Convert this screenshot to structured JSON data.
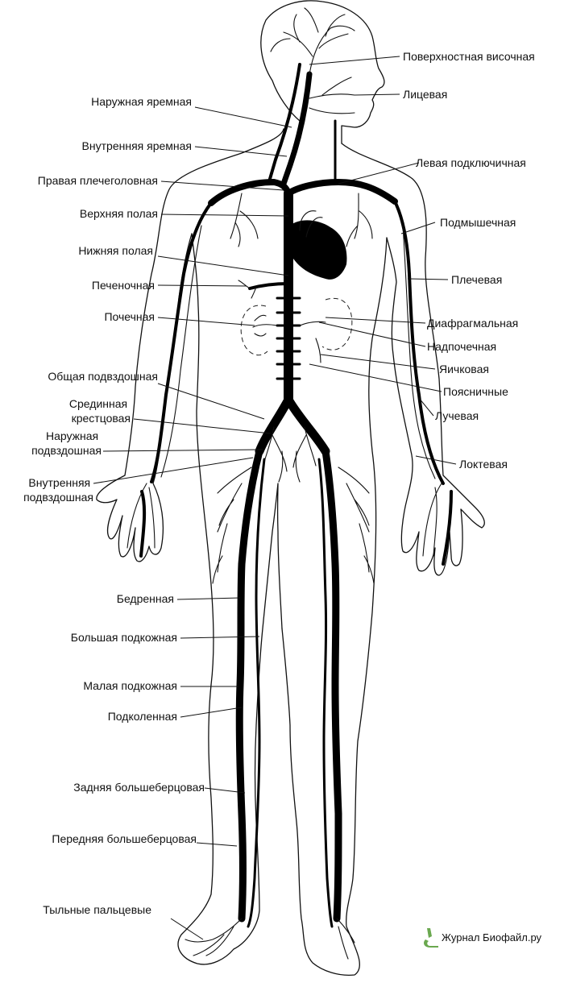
{
  "labels_right": [
    {
      "id": "superficial-temporal",
      "text": "Поверхностная височная"
    },
    {
      "id": "facial",
      "text": "Лицевая"
    },
    {
      "id": "left-subclavian",
      "text": "Левая подключичная"
    },
    {
      "id": "axillary",
      "text": "Подмышечная"
    },
    {
      "id": "brachial",
      "text": "Плечевая"
    },
    {
      "id": "phrenic",
      "text": "Диафрагмальная"
    },
    {
      "id": "suprarenal",
      "text": "Надпочечная"
    },
    {
      "id": "testicular",
      "text": "Яичковая"
    },
    {
      "id": "lumbar",
      "text": "Поясничные"
    },
    {
      "id": "radial",
      "text": "Лучевая"
    },
    {
      "id": "ulnar",
      "text": "Локтевая"
    }
  ],
  "labels_left": [
    {
      "id": "external-jugular",
      "lines": [
        "Наружная яремная"
      ]
    },
    {
      "id": "internal-jugular",
      "lines": [
        "Внутренняя яремная"
      ]
    },
    {
      "id": "right-brachiocephalic",
      "lines": [
        "Правая плечеголовная"
      ]
    },
    {
      "id": "superior-vena-cava",
      "lines": [
        "Верхняя полая"
      ]
    },
    {
      "id": "inferior-vena-cava",
      "lines": [
        "Нижняя полая"
      ]
    },
    {
      "id": "hepatic",
      "lines": [
        "Печеночная"
      ]
    },
    {
      "id": "renal",
      "lines": [
        "Почечная"
      ]
    },
    {
      "id": "common-iliac",
      "lines": [
        "Общая подвздошная"
      ]
    },
    {
      "id": "median-sacral",
      "lines": [
        "Срединная",
        "крестцовая"
      ]
    },
    {
      "id": "external-iliac",
      "lines": [
        "Наружная",
        "подвздошная"
      ]
    },
    {
      "id": "internal-iliac",
      "lines": [
        "Внутренняя",
        "подвздошная"
      ]
    },
    {
      "id": "femoral",
      "lines": [
        "Бедренная"
      ]
    },
    {
      "id": "great-saphenous",
      "lines": [
        "Большая подкожная"
      ]
    },
    {
      "id": "small-saphenous",
      "lines": [
        "Малая подкожная"
      ]
    },
    {
      "id": "popliteal",
      "lines": [
        "Подколенная"
      ]
    },
    {
      "id": "posterior-tibial",
      "lines": [
        "Задняя большеберцовая"
      ]
    },
    {
      "id": "anterior-tibial",
      "lines": [
        "Передняя большеберцовая"
      ]
    },
    {
      "id": "dorsal-digital",
      "lines": [
        "Тыльные пальцевые"
      ]
    }
  ],
  "watermark": {
    "text": "Журнал Биофайл.ру",
    "icon": "microscope-icon",
    "color": "#6aa84f"
  }
}
